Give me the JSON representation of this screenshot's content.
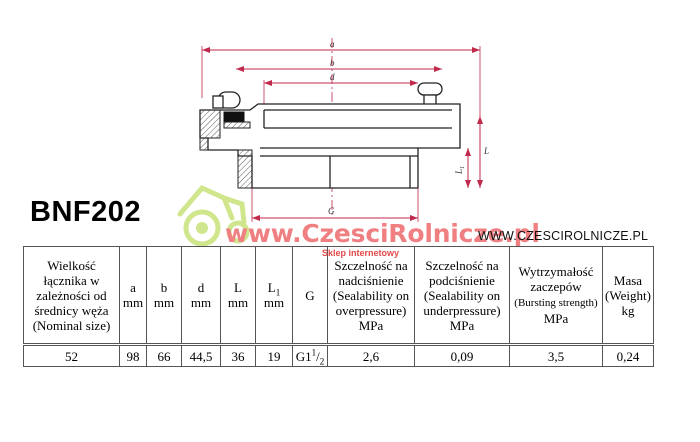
{
  "product_code": "BNF202",
  "site_watermark": "www.CzesciRolnicze.pl",
  "site_url": "WWW.CZESCIROLNICZE.PL",
  "shop_label": "Sklep internetowy",
  "drawing_labels": {
    "a": "a",
    "b": "b",
    "d": "d",
    "L": "L",
    "L1": "L",
    "L1_sub": "1",
    "G": "G"
  },
  "table": {
    "headers": {
      "size": [
        "Wielkość",
        "łącznika w",
        "zależności od",
        "średnicy węża",
        "(Nominal size)"
      ],
      "a": [
        "a",
        "mm"
      ],
      "b": [
        "b",
        "mm"
      ],
      "d": [
        "d",
        "mm"
      ],
      "L": [
        "L",
        "mm"
      ],
      "L1": {
        "main": "L",
        "sub": "1",
        "unit": "mm"
      },
      "G": "G",
      "overpressure": [
        "Szczelność na",
        "nadciśnienie",
        "(Sealability on",
        "overpressure)",
        "MPa"
      ],
      "underpressure": [
        "Szczelność na",
        "podciśnienie",
        "(Sealability on",
        "underpressure)",
        "MPa"
      ],
      "bursting": {
        "l1": "Wytrzymałość",
        "l2": "zaczepów",
        "l3": "(Bursting strength)",
        "l4": "MPa"
      },
      "mass": [
        "Masa",
        "(Weight)",
        "kg"
      ]
    },
    "row": {
      "size": "52",
      "a": "98",
      "b": "66",
      "d": "44,5",
      "L": "36",
      "L1": "19",
      "G_main": "G1",
      "G_sup": "1",
      "G_sub": "2",
      "overpressure": "2,6",
      "underpressure": "0,09",
      "bursting": "3,5",
      "mass": "0,24"
    }
  }
}
